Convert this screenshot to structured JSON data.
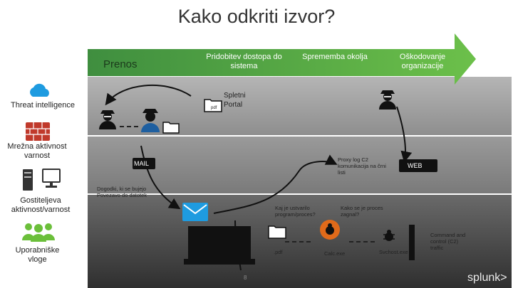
{
  "title": "Kako odkriti izvor?",
  "stages": {
    "s1": "Prenos",
    "s2": "Pridobitev dostopa do sistema",
    "s3": "Sprememba okolja",
    "s4": "Oškodovanje organizacije"
  },
  "left_labels": {
    "threat": "Threat intelligence",
    "network": "Mrežna aktivnost varnost",
    "host": "Gostiteljeva aktivnost/varnost",
    "users": "Uporabniške vloge"
  },
  "nodes": {
    "portal": "Spletni Portal",
    "mail": "MAIL",
    "proxy": "Proxy log C2 komunikacija na črni listi",
    "web": "WEB",
    "event": "Dogodki, ki se bujejo Povezavo do datotek",
    "who_created": "Kaj je ustvarilo program/proces?",
    "process_started": "Kako se je proces zagnal?",
    "pdf": ".pdf",
    "calc": "Calc.exe",
    "svchost": "Svchost.exe",
    "c2": "Command and control (C2) traffic",
    "pdf_icon": "pdf"
  },
  "page_number": "8",
  "logo": "splunk>",
  "colors": {
    "arrow_green_dark": "#2f7d32",
    "arrow_green_light": "#6cc04a",
    "band_light": "#9a9a9a",
    "band_mid": "#7a7a7a",
    "band_dark": "#3a3a3a",
    "cloud": "#1e9be0",
    "firewall": "#c0392b",
    "users": "#6bbf3a"
  },
  "icons": [
    "cloud-icon",
    "firewall-icon",
    "server-icon",
    "users-icon",
    "hacker-icon",
    "folder-icon",
    "envelope-icon",
    "router-icon",
    "bug-icon",
    "computer-icon"
  ]
}
